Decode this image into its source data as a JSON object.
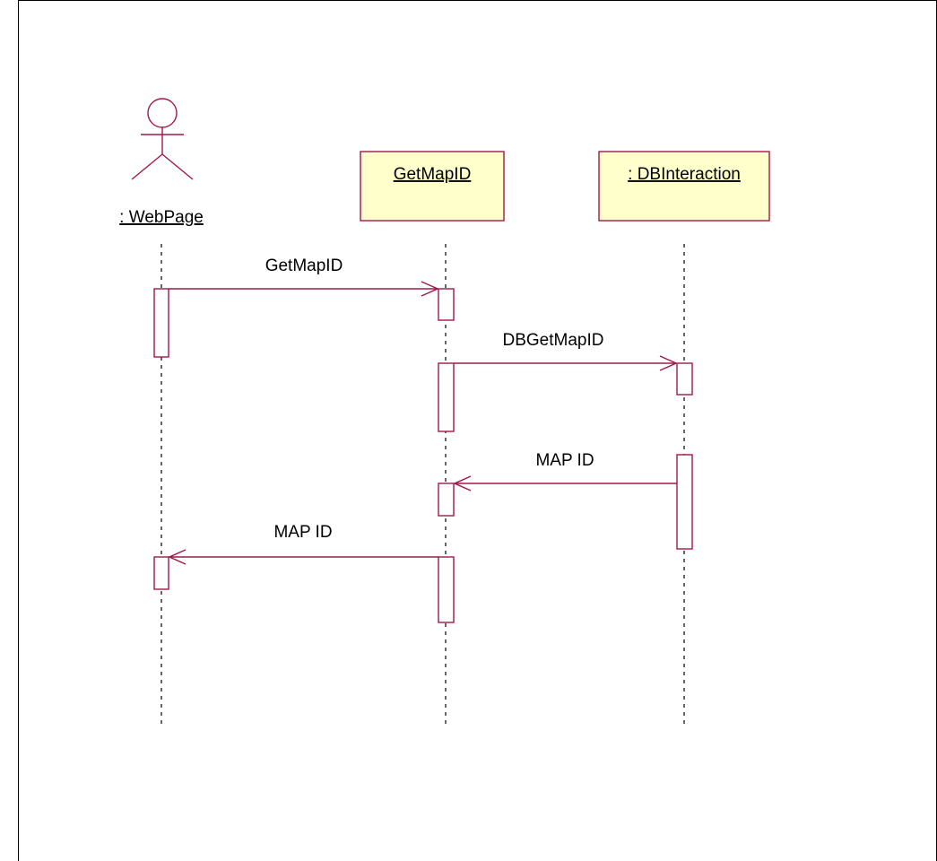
{
  "diagram": {
    "type": "sequence",
    "colors": {
      "line": "#a0184a",
      "object_fill": "#ffffcc",
      "lifeline": "#000000"
    },
    "actor": {
      "label": ": WebPage",
      "icon": "stick-figure-icon"
    },
    "objects": [
      {
        "label": "GetMapID"
      },
      {
        "label": ": DBInteraction"
      }
    ],
    "messages": [
      {
        "label": "GetMapID",
        "from": ": WebPage",
        "to": "GetMapID"
      },
      {
        "label": "DBGetMapID",
        "from": "GetMapID",
        "to": ": DBInteraction"
      },
      {
        "label": "MAP ID",
        "from": ": DBInteraction",
        "to": "GetMapID"
      },
      {
        "label": "MAP ID",
        "from": "GetMapID",
        "to": ": WebPage"
      }
    ]
  }
}
